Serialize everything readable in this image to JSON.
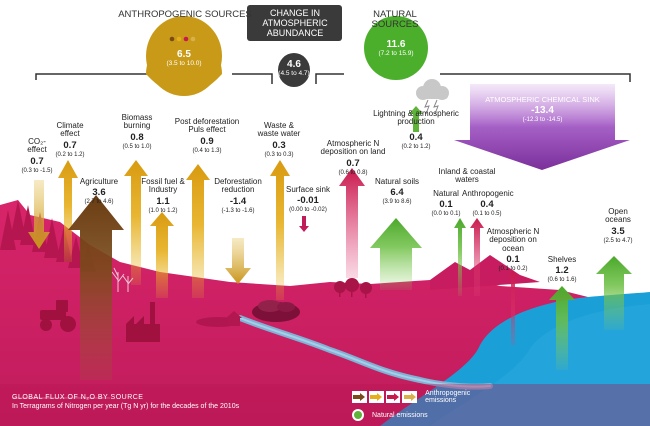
{
  "headers": {
    "anthropogenic": "ANTHROPOGENIC SOURCES",
    "change": "CHANGE IN ATMOSPHERIC ABUNDANCE",
    "natural": "NATURAL SOURCES"
  },
  "totals": {
    "anthropogenic": {
      "value": "6.5",
      "range": "(3.5 to 10.0)"
    },
    "change": {
      "value": "4.6",
      "range": "(4.5 to 4.7)"
    },
    "natural": {
      "value": "11.6",
      "range": "(7.2 to 15.9)"
    }
  },
  "sink": {
    "label": "ATMOSPHERIC CHEMICAL SINK",
    "value": "-13.4",
    "range": "(-12.3 to -14.5)"
  },
  "fluxes": {
    "co2": {
      "name": "CO₂-effect",
      "value": "0.7",
      "range": "(0.3 to -1.5)"
    },
    "climate": {
      "name": "Climate effect",
      "value": "0.7",
      "range": "(0.2 to 1.2)"
    },
    "agriculture": {
      "name": "Agriculture",
      "value": "3.6",
      "range": "(2.7 to 4.6)"
    },
    "biomass": {
      "name": "Biomass burning",
      "value": "0.8",
      "range": "(0.5 to 1.0)"
    },
    "fossil": {
      "name": "Fossil fuel & Industry",
      "value": "1.1",
      "range": "(1.0 to 1.2)"
    },
    "postdefor": {
      "name": "Post deforestation Puls effect",
      "value": "0.9",
      "range": "(0.4 to 1.3)"
    },
    "defor": {
      "name": "Deforestation reduction",
      "value": "-1.4",
      "range": "(-1.3 to -1.6)"
    },
    "waste": {
      "name": "Waste & waste water",
      "value": "0.3",
      "range": "(0.3 to 0.3)"
    },
    "surface": {
      "name": "Surface sink",
      "value": "-0.01",
      "range": "(0.00 to -0.02)"
    },
    "depland": {
      "name": "Atmospheric N deposition on land",
      "value": "0.7",
      "range": "(0.6 to 0.8)"
    },
    "natsoils": {
      "name": "Natural soils",
      "value": "6.4",
      "range": "(3.9 to 8.6)"
    },
    "lightning": {
      "name": "Lightning & atmospheric production",
      "value": "0.4",
      "range": "(0.2 to 1.2)"
    },
    "inland": {
      "name": "Inland & coastal waters"
    },
    "inland_nat": {
      "name": "Natural",
      "value": "0.1",
      "range": "(0.0 to 0.1)"
    },
    "inland_anth": {
      "name": "Anthropogenic",
      "value": "0.4",
      "range": "(0.1 to 0.5)"
    },
    "depocean": {
      "name": "Atmospheric N deposition on ocean",
      "value": "0.1",
      "range": "(0.1 to 0.2)"
    },
    "shelves": {
      "name": "Shelves",
      "value": "1.2",
      "range": "(0.6 to 1.6)"
    },
    "oceans": {
      "name": "Open oceans",
      "value": "3.5",
      "range": "(2.5 to 4.7)"
    }
  },
  "footer": {
    "title": "GLOBAL FLUX OF N₂O BY SOURCE",
    "subtitle": "In Terragrams of Nitrogen per year (Tg N yr) for the decades of the 2010s"
  },
  "legend": {
    "anthropogenic": "Anthropogenic emissions",
    "natural": "Natural emissions"
  },
  "colors": {
    "land": "#d8246a",
    "ocean": "#1a9fd6",
    "anthropogenic_arrow": "#c99a18",
    "brown_arrow": "#7a4a1a",
    "pink_arrow": "#c8194d",
    "natural_arrow": "#5fb33a",
    "sink": "#7b2f9a",
    "change": "#3a3a3a"
  }
}
